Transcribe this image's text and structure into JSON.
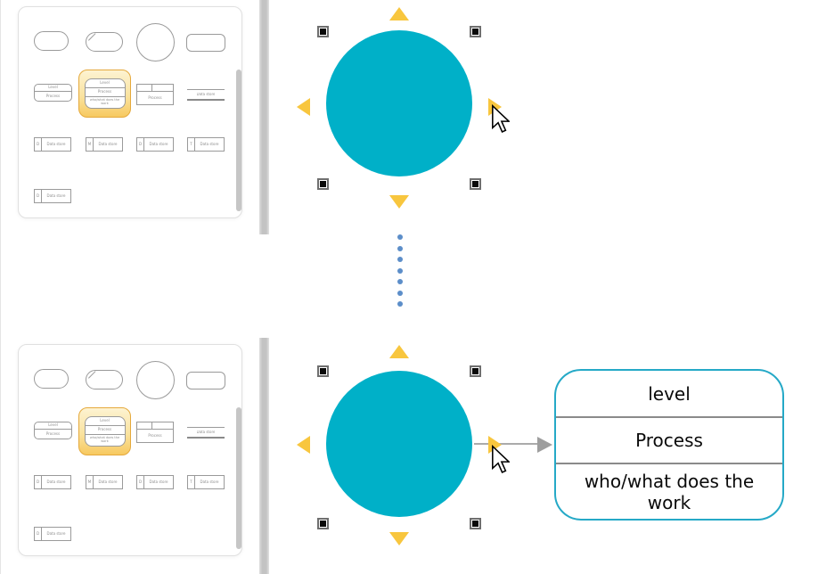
{
  "palette": {
    "shape_two_row": {
      "top": "Level",
      "bottom": "Process"
    },
    "shape_three_row": {
      "top": "Level",
      "middle": "Process",
      "bottom": "who/what does the work"
    },
    "shape_process_box": {
      "label": "Process"
    },
    "shape_data_store": {
      "label": "Data store"
    },
    "data_store_items": [
      {
        "id": "D",
        "label": "Data store"
      },
      {
        "id": "M",
        "label": "Data store"
      },
      {
        "id": "D",
        "label": "Data store"
      },
      {
        "id": "T",
        "label": "Data store"
      },
      {
        "id": "D",
        "label": "Data store"
      }
    ]
  },
  "canvas": {
    "process_shape": {
      "level_label": "level",
      "process_label": "Process",
      "work_label": "who/what does the work"
    }
  },
  "icons": {
    "selection_handle": "black-square-handle",
    "direction_arrow": "yellow-triangle",
    "mouse_cursor": "arrow-pointer",
    "separator": "blue-dotted-column"
  },
  "colors": {
    "shape_fill_teal": "#00B0C8",
    "process_border_teal": "#25A9C7",
    "direction_arrow_yellow": "#F8C63E",
    "palette_highlight_yellow": "#F7C960",
    "dots_blue": "#5C8EC9",
    "connector_gray": "#ABABAB"
  }
}
